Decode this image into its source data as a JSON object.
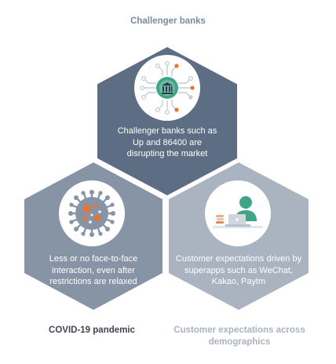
{
  "segments": {
    "top": {
      "heading": "Challenger banks",
      "text": "Challenger banks such as Up and 86400 are disrupting the market",
      "icon": "circuit-bank-icon"
    },
    "left": {
      "heading": "COVID-19 pandemic",
      "text": "Less or no face-to-face interaction, even after restrictions are relaxed",
      "icon": "virus-icon"
    },
    "right": {
      "heading": "Customer expectations across demographics",
      "text": "Customer expectations driven by superapps such as WeChat, Kakao, Paytm",
      "icon": "person-laptop-icon"
    }
  },
  "colors": {
    "top_hex": "#5d6d84",
    "left_hex": "#8794a5",
    "right_hex": "#a9b4c0",
    "accent_green": "#3fa586",
    "accent_orange": "#e8742e"
  }
}
